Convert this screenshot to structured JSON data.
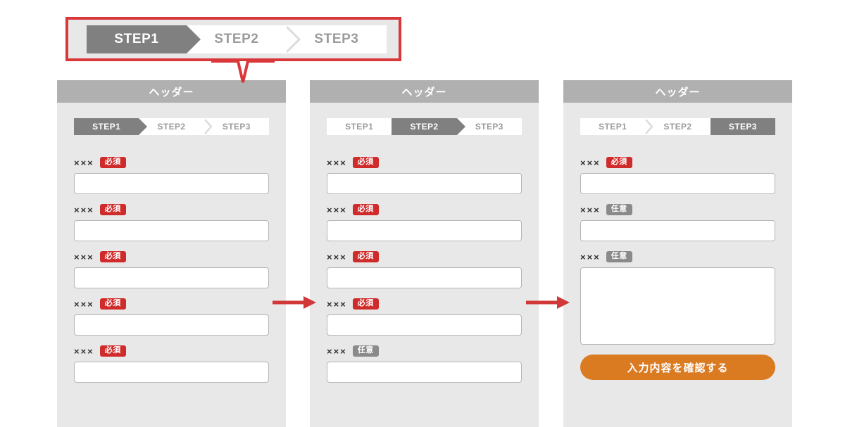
{
  "colors": {
    "accent_red": "#d9373a",
    "badge_required": "#d02b2b",
    "badge_optional": "#8a8a8a",
    "step_active": "#808080",
    "step_inactive_text": "#9b9b9b",
    "card_bg": "#e8e8e8",
    "card_header_bg": "#b0b0b0",
    "submit_orange": "#da7b22",
    "input_border": "#b5b5b5"
  },
  "callout": {
    "name": "highlighted-stepper-callout",
    "stepper": {
      "steps": [
        {
          "label": "STEP1",
          "active": true
        },
        {
          "label": "STEP2",
          "active": false
        },
        {
          "label": "STEP3",
          "active": false
        }
      ]
    }
  },
  "flow_arrows": [
    {
      "name": "flow-arrow-1-to-2"
    },
    {
      "name": "flow-arrow-2-to-3"
    }
  ],
  "cards": [
    {
      "id": "card-step1",
      "header": "ヘッダー",
      "stepper": {
        "steps": [
          {
            "label": "STEP1",
            "active": true
          },
          {
            "label": "STEP2",
            "active": false
          },
          {
            "label": "STEP3",
            "active": false
          }
        ]
      },
      "fields": [
        {
          "label": "×××",
          "badge": "必須",
          "badge_type": "required",
          "control": "input",
          "value": ""
        },
        {
          "label": "×××",
          "badge": "必須",
          "badge_type": "required",
          "control": "input",
          "value": ""
        },
        {
          "label": "×××",
          "badge": "必須",
          "badge_type": "required",
          "control": "input",
          "value": ""
        },
        {
          "label": "×××",
          "badge": "必須",
          "badge_type": "required",
          "control": "input",
          "value": ""
        },
        {
          "label": "×××",
          "badge": "必須",
          "badge_type": "required",
          "control": "input",
          "value": ""
        }
      ],
      "submit": null
    },
    {
      "id": "card-step2",
      "header": "ヘッダー",
      "stepper": {
        "steps": [
          {
            "label": "STEP1",
            "active": false
          },
          {
            "label": "STEP2",
            "active": true
          },
          {
            "label": "STEP3",
            "active": false
          }
        ]
      },
      "fields": [
        {
          "label": "×××",
          "badge": "必須",
          "badge_type": "required",
          "control": "input",
          "value": ""
        },
        {
          "label": "×××",
          "badge": "必須",
          "badge_type": "required",
          "control": "input",
          "value": ""
        },
        {
          "label": "×××",
          "badge": "必須",
          "badge_type": "required",
          "control": "input",
          "value": ""
        },
        {
          "label": "×××",
          "badge": "必須",
          "badge_type": "required",
          "control": "input",
          "value": ""
        },
        {
          "label": "×××",
          "badge": "任意",
          "badge_type": "optional",
          "control": "input",
          "value": ""
        }
      ],
      "submit": null
    },
    {
      "id": "card-step3",
      "header": "ヘッダー",
      "stepper": {
        "steps": [
          {
            "label": "STEP1",
            "active": false
          },
          {
            "label": "STEP2",
            "active": false
          },
          {
            "label": "STEP3",
            "active": true
          }
        ]
      },
      "fields": [
        {
          "label": "×××",
          "badge": "必須",
          "badge_type": "required",
          "control": "input",
          "value": ""
        },
        {
          "label": "×××",
          "badge": "任意",
          "badge_type": "optional",
          "control": "input",
          "value": ""
        },
        {
          "label": "×××",
          "badge": "任意",
          "badge_type": "optional",
          "control": "textarea",
          "value": ""
        }
      ],
      "submit": {
        "label": "入力内容を確認する"
      }
    }
  ]
}
